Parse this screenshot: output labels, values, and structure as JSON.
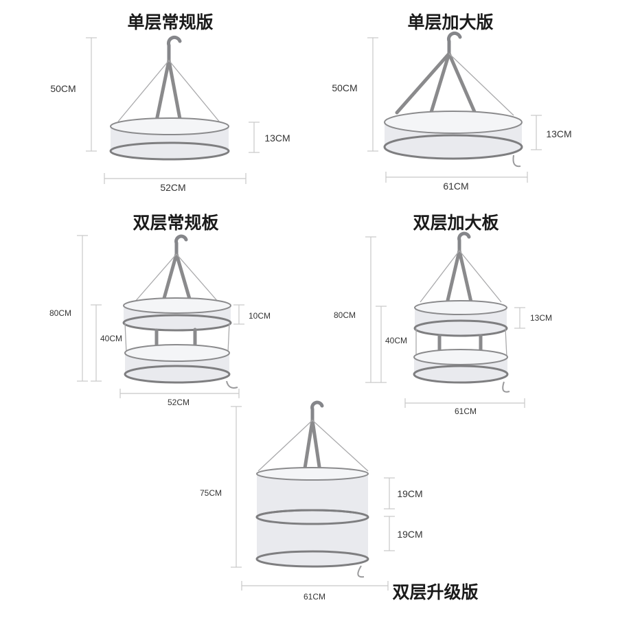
{
  "products": [
    {
      "title": "单层常规版",
      "height_label": "50CM",
      "tier_label": "13CM",
      "width_label": "52CM"
    },
    {
      "title": "单层加大版",
      "height_label": "50CM",
      "tier_label": "13CM",
      "width_label": "61CM"
    },
    {
      "title": "双层常规板",
      "height_label": "80CM",
      "inner_label": "40CM",
      "tier_label": "10CM",
      "width_label": "52CM"
    },
    {
      "title": "双层加大板",
      "height_label": "80CM",
      "inner_label": "40CM",
      "tier_label": "13CM",
      "width_label": "61CM"
    },
    {
      "title": "双层升级版",
      "height_label": "75CM",
      "tier_label": "19CM",
      "tier2_label": "19CM",
      "width_label": "61CM"
    }
  ]
}
